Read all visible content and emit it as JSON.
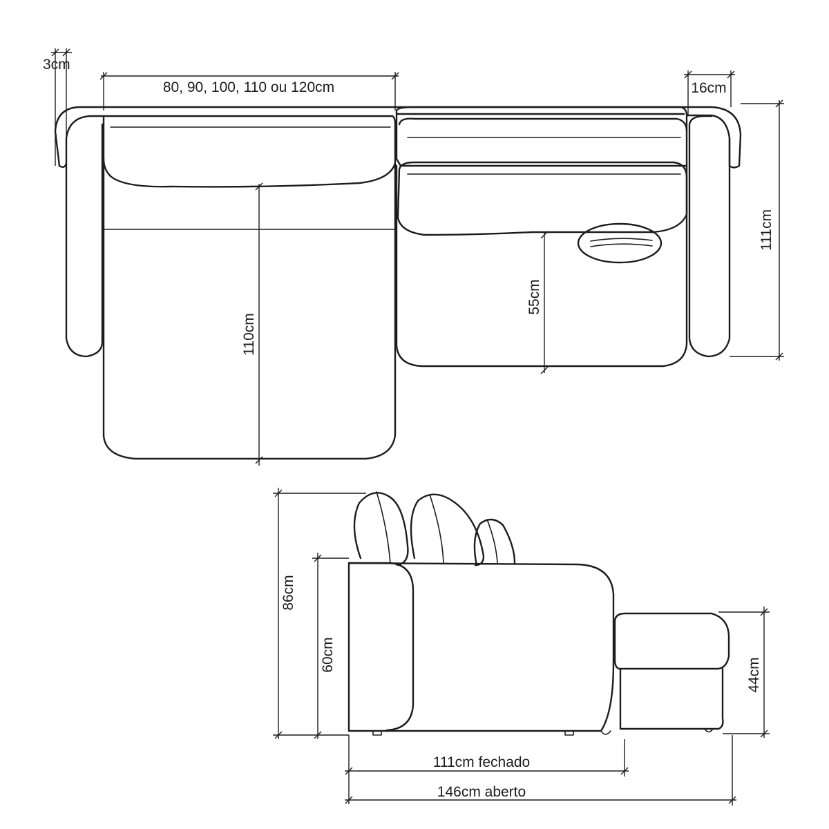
{
  "labels": {
    "arm_gap": "3cm",
    "chaise_width": "80, 90, 100, 110 ou 120cm",
    "arm_width": "16cm",
    "total_depth": "111cm",
    "seat_depth": "55cm",
    "chaise_length": "110cm",
    "total_height": "86cm",
    "arm_height": "60cm",
    "footrest_height": "44cm",
    "length_closed": "111cm fechado",
    "length_open": "146cm aberto"
  }
}
